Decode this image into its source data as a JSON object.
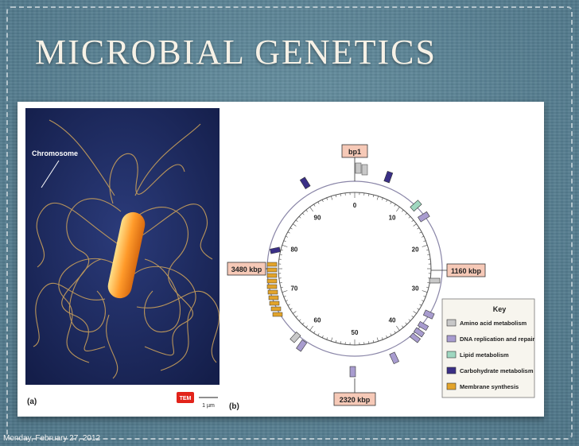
{
  "slide": {
    "title": "MICROBIAL GENETICS",
    "footer_date": "Monday, February 27, 2012"
  },
  "panel_a": {
    "label": "(a)",
    "chromosome_label": "Chromosome",
    "tem_badge": "TEM",
    "scale_bar": "1 µm"
  },
  "panel_b": {
    "label": "(b)",
    "markers": {
      "top": "bp1",
      "right": "1160 kbp",
      "bottom": "2320 kbp",
      "left": "3480 kbp"
    },
    "tick_labels": [
      "0",
      "10",
      "20",
      "30",
      "40",
      "50",
      "60",
      "70",
      "80",
      "90"
    ],
    "key": {
      "title": "Key",
      "items": [
        {
          "label": "Amino acid metabolism",
          "color": "#c8c8c8"
        },
        {
          "label": "DNA replication and repair",
          "color": "#a89ccf"
        },
        {
          "label": "Lipid metabolism",
          "color": "#9fd7c0"
        },
        {
          "label": "Carbohydrate metabolism",
          "color": "#3a2f86"
        },
        {
          "label": "Membrane synthesis",
          "color": "#e3a42a"
        }
      ]
    }
  }
}
